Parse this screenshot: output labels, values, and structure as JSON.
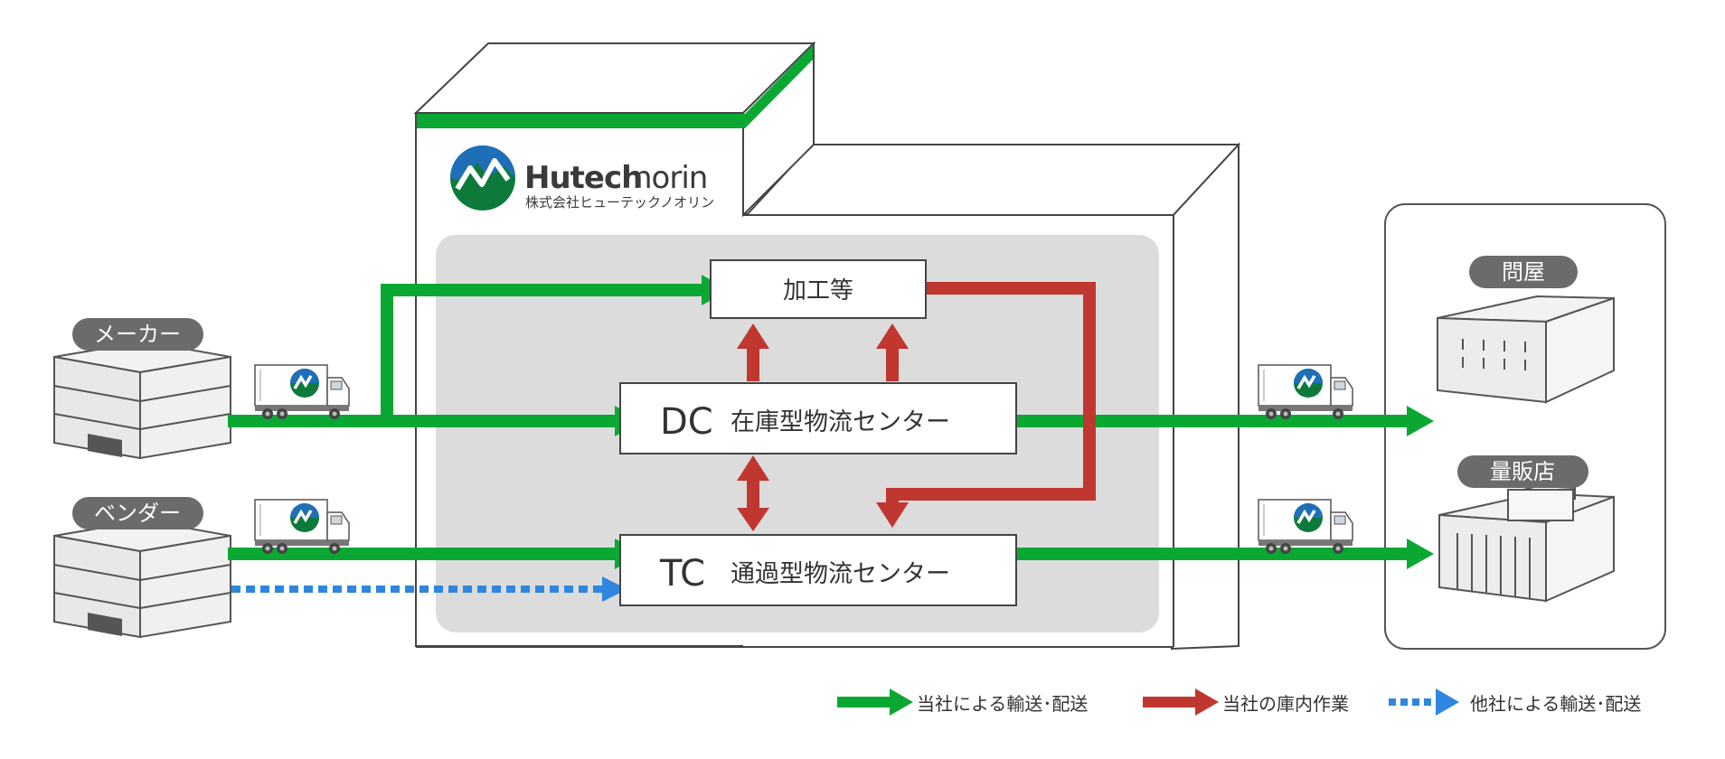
{
  "logo": {
    "name_bold": "Hutech",
    "name_light": "norin",
    "subtitle": "株式会社ヒューテックノオリン"
  },
  "sources": [
    {
      "label": "メーカー"
    },
    {
      "label": "ベンダー"
    }
  ],
  "destinations": [
    {
      "label": "問屋"
    },
    {
      "label": "量販店"
    }
  ],
  "processing": {
    "label": "加工等"
  },
  "centers": {
    "dc": {
      "code": "DC",
      "label": "在庫型物流センター"
    },
    "tc": {
      "code": "TC",
      "label": "通過型物流センター"
    }
  },
  "legend": [
    {
      "label": "当社による輸送･配送",
      "color": "#0aa832",
      "style": "solid"
    },
    {
      "label": "当社の庫内作業",
      "color": "#c0372f",
      "style": "solid"
    },
    {
      "label": "他社による輸送･配送",
      "color": "#2f86de",
      "style": "dotted"
    }
  ],
  "colors": {
    "green": "#0aa832",
    "red": "#c0372f",
    "blue": "#2f86de",
    "inner_panel": "#dcdcdc",
    "pill": "#6b6b6b"
  }
}
